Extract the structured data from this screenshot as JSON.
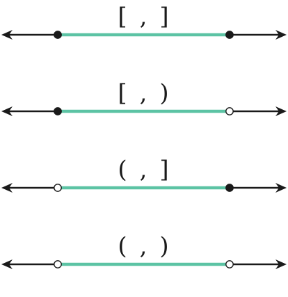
{
  "colors": {
    "number_line": "#1a1a1a",
    "interval_segment": "#5cc3a4",
    "closed_endpoint": "#1a1a1a",
    "open_endpoint_fill": "#ffffff"
  },
  "intervals": [
    {
      "left_symbol": "[",
      "separator": ",",
      "right_symbol": "]",
      "left_endpoint": "closed",
      "right_endpoint": "closed"
    },
    {
      "left_symbol": "[",
      "separator": ",",
      "right_symbol": ")",
      "left_endpoint": "closed",
      "right_endpoint": "open"
    },
    {
      "left_symbol": "(",
      "separator": ",",
      "right_symbol": "]",
      "left_endpoint": "open",
      "right_endpoint": "closed"
    },
    {
      "left_symbol": "(",
      "separator": ",",
      "right_symbol": ")",
      "left_endpoint": "open",
      "right_endpoint": "open"
    }
  ]
}
